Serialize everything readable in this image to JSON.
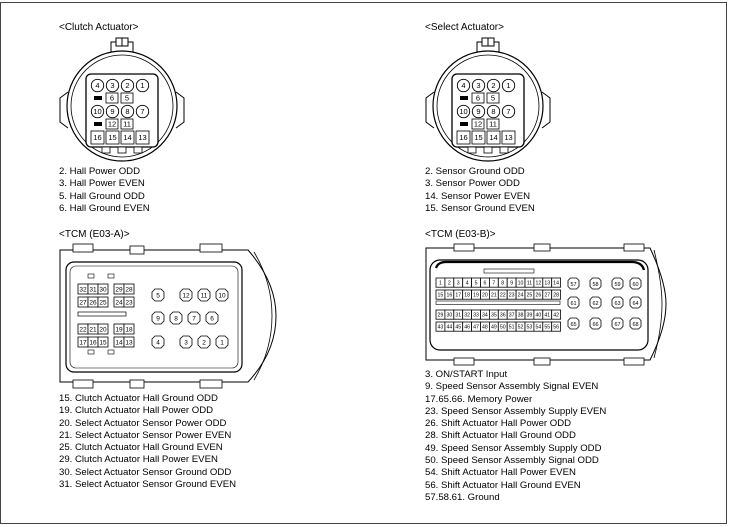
{
  "clutch_actuator": {
    "title": "<Clutch Actuator>",
    "pins": [
      [
        "4",
        "3",
        "2",
        "1"
      ],
      [
        "6",
        "5"
      ],
      [
        "10",
        "9",
        "8",
        "7"
      ],
      [
        "12",
        "11"
      ],
      [
        "16",
        "15",
        "14",
        "13"
      ]
    ],
    "descriptions": [
      "2. Hall Power ODD",
      "3. Hall Power EVEN",
      "5. Hall Ground ODD",
      "6. Hall Ground EVEN"
    ]
  },
  "select_actuator": {
    "title": "<Select Actuator>",
    "pins": [
      [
        "4",
        "3",
        "2",
        "1"
      ],
      [
        "6",
        "5"
      ],
      [
        "10",
        "9",
        "8",
        "7"
      ],
      [
        "12",
        "11"
      ],
      [
        "16",
        "15",
        "14",
        "13"
      ]
    ],
    "descriptions": [
      "2. Sensor Ground ODD",
      "3. Sensor Power ODD",
      "14. Sensor Power EVEN",
      "15. Sensor Ground EVEN"
    ]
  },
  "tcm_a": {
    "title": "<TCM (E03-A)>",
    "pins_left": [
      [
        "32",
        "31",
        "30",
        "",
        "29",
        "28"
      ],
      [
        "27",
        "26",
        "25",
        "",
        "24",
        "23"
      ],
      [
        "22",
        "21",
        "20",
        "",
        "19",
        "18"
      ],
      [
        "17",
        "16",
        "15",
        "",
        "14",
        "13"
      ]
    ],
    "pins_right": [
      "5",
      "12",
      "11",
      "10",
      "9",
      "8",
      "7",
      "6",
      "4",
      "3",
      "2",
      "1"
    ],
    "descriptions": [
      "15. Clutch Actuator Hall Ground ODD",
      "19. Clutch Actuator Hall Power ODD",
      "20. Select Actuator Sensor Power ODD",
      "21. Select Actuator Sensor Power EVEN",
      "25. Clutch Actuator Hall Ground EVEN",
      "29. Clutch Actuator Hall Power EVEN",
      "30. Select Actuator Sensor Ground ODD",
      "31. Select Actuator Sensor Ground EVEN"
    ]
  },
  "tcm_b": {
    "title": "<TCM (E03-B)>",
    "pins_left": [
      [
        "1",
        "2",
        "3",
        "4",
        "5",
        "6",
        "7",
        "8",
        "9",
        "10",
        "11",
        "12",
        "13",
        "14"
      ],
      [
        "15",
        "16",
        "17",
        "18",
        "19",
        "20",
        "21",
        "22",
        "23",
        "24",
        "25",
        "26",
        "27",
        "28"
      ],
      [
        "29",
        "30",
        "31",
        "32",
        "33",
        "34",
        "35",
        "36",
        "37",
        "38",
        "39",
        "40",
        "41",
        "42"
      ],
      [
        "43",
        "44",
        "45",
        "46",
        "47",
        "48",
        "49",
        "50",
        "51",
        "52",
        "53",
        "54",
        "55",
        "56"
      ]
    ],
    "pins_right": [
      "57",
      "58",
      "59",
      "60",
      "61",
      "62",
      "63",
      "64",
      "65",
      "66",
      "67",
      "68"
    ],
    "descriptions": [
      "3. ON/START Input",
      "9. Speed Sensor Assembly Signal EVEN",
      "17.65.66. Memory Power",
      "23. Speed Sensor Assembly Supply EVEN",
      "26. Shift Actuator Hall Power ODD",
      "28. Shift Actuator Hall Ground ODD",
      "49. Speed Sensor Assembly Supply ODD",
      "50. Speed Sensor Assembly Signal ODD",
      "54. Shift Actuator Hall Power EVEN",
      "56. Shift Actuator Hall Ground EVEN",
      "57.58.61. Ground"
    ]
  }
}
